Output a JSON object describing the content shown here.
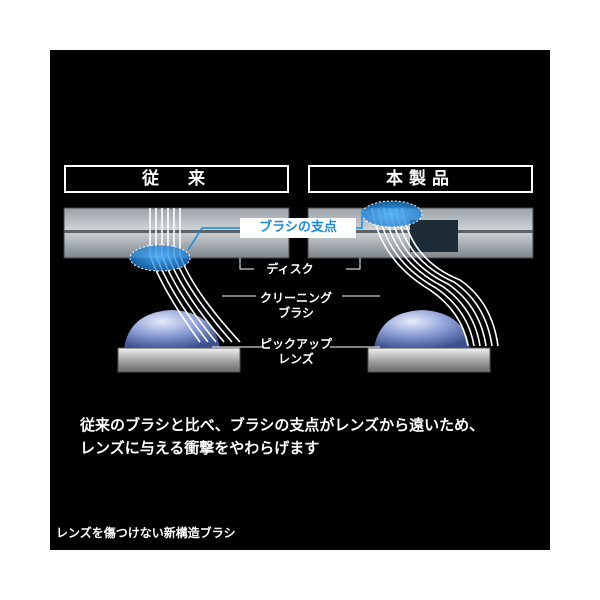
{
  "headers": {
    "conventional": "従　来",
    "product": "本製品"
  },
  "callout": "ブラシの支点",
  "labels": {
    "disc": "ディスク",
    "brush_line1": "クリーニング",
    "brush_line2": "ブラシ",
    "lens_line1": "ピックアップ",
    "lens_line2": "レンズ"
  },
  "description": {
    "line1": "従来のブラシと比べ、ブラシの支点がレンズから遠いため、",
    "line2": "レンズに与える衝撃をやわらげます"
  },
  "caption": "レンズを傷つけない新構造ブラシ",
  "colors": {
    "background": "#000000",
    "accent": "#1a8ae0",
    "text": "#ffffff"
  }
}
